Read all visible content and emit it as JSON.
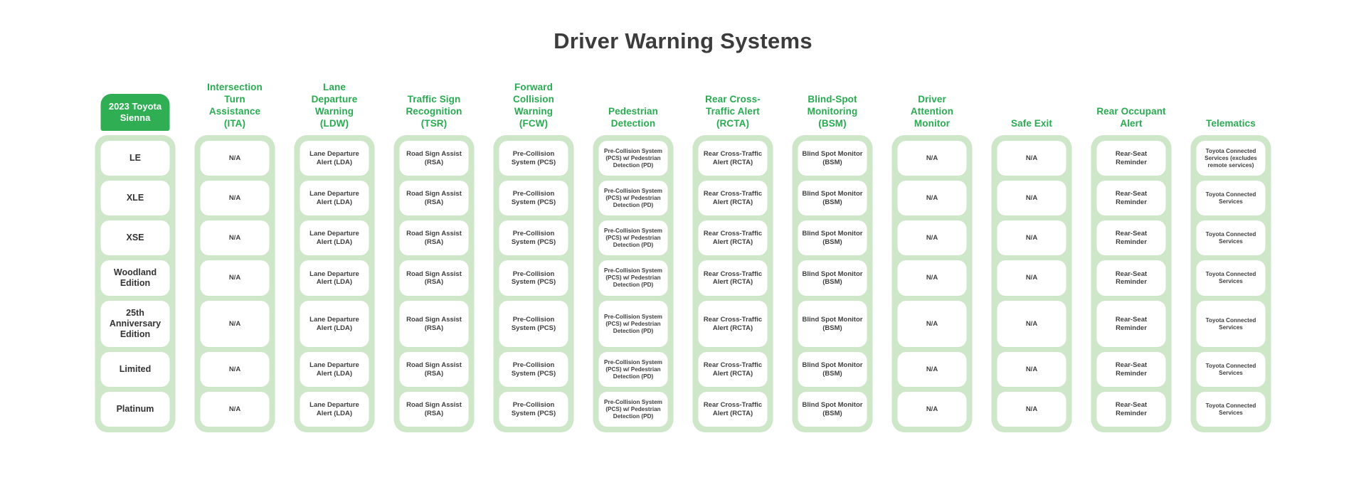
{
  "title": "Driver Warning Systems",
  "table": {
    "vehicle_header": "2023 Toyota\nSienna",
    "trims": [
      "LE",
      "XLE",
      "XSE",
      "Woodland\nEdition",
      "25th\nAnniversary\nEdition",
      "Limited",
      "Platinum"
    ],
    "columns": [
      {
        "key": "ita",
        "label": "Intersection\nTurn\nAssistance\n(ITA)",
        "values": [
          "N/A",
          "N/A",
          "N/A",
          "N/A",
          "N/A",
          "N/A",
          "N/A"
        ]
      },
      {
        "key": "ldw",
        "label": "Lane\nDeparture\nWarning\n(LDW)",
        "values": [
          "Lane Departure\nAlert (LDA)",
          "Lane Departure\nAlert (LDA)",
          "Lane Departure\nAlert (LDA)",
          "Lane Departure\nAlert (LDA)",
          "Lane Departure\nAlert (LDA)",
          "Lane Departure\nAlert (LDA)",
          "Lane Departure\nAlert (LDA)"
        ]
      },
      {
        "key": "tsr",
        "label": "Traffic Sign\nRecognition\n(TSR)",
        "values": [
          "Road Sign Assist\n(RSA)",
          "Road Sign Assist\n(RSA)",
          "Road Sign Assist\n(RSA)",
          "Road Sign Assist\n(RSA)",
          "Road Sign Assist\n(RSA)",
          "Road Sign Assist\n(RSA)",
          "Road Sign Assist\n(RSA)"
        ]
      },
      {
        "key": "fcw",
        "label": "Forward\nCollision\nWarning\n(FCW)",
        "values": [
          "Pre-Collision\nSystem (PCS)",
          "Pre-Collision\nSystem (PCS)",
          "Pre-Collision\nSystem (PCS)",
          "Pre-Collision\nSystem (PCS)",
          "Pre-Collision\nSystem (PCS)",
          "Pre-Collision\nSystem (PCS)",
          "Pre-Collision\nSystem (PCS)"
        ]
      },
      {
        "key": "pedestrian-detection",
        "label": "Pedestrian\nDetection",
        "small_text": true,
        "values": [
          "Pre-Collision System\n(PCS) w/ Pedestrian\nDetection (PD)",
          "Pre-Collision System\n(PCS) w/ Pedestrian\nDetection (PD)",
          "Pre-Collision System\n(PCS) w/ Pedestrian\nDetection (PD)",
          "Pre-Collision System\n(PCS) w/ Pedestrian\nDetection (PD)",
          "Pre-Collision System\n(PCS) w/ Pedestrian\nDetection (PD)",
          "Pre-Collision System\n(PCS) w/ Pedestrian\nDetection (PD)",
          "Pre-Collision System\n(PCS) w/ Pedestrian\nDetection (PD)"
        ]
      },
      {
        "key": "rcta",
        "label": "Rear Cross-\nTraffic Alert\n(RCTA)",
        "values": [
          "Rear Cross-Traffic\nAlert (RCTA)",
          "Rear Cross-Traffic\nAlert (RCTA)",
          "Rear Cross-Traffic\nAlert (RCTA)",
          "Rear Cross-Traffic\nAlert (RCTA)",
          "Rear Cross-Traffic\nAlert (RCTA)",
          "Rear Cross-Traffic\nAlert (RCTA)",
          "Rear Cross-Traffic\nAlert (RCTA)"
        ]
      },
      {
        "key": "bsm",
        "label": "Blind-Spot\nMonitoring\n(BSM)",
        "values": [
          "Blind Spot Monitor\n(BSM)",
          "Blind Spot Monitor\n(BSM)",
          "Blind Spot Monitor\n(BSM)",
          "Blind Spot Monitor\n(BSM)",
          "Blind Spot Monitor\n(BSM)",
          "Blind Spot Monitor\n(BSM)",
          "Blind Spot Monitor\n(BSM)"
        ]
      },
      {
        "key": "driver-attention-monitor",
        "label": "Driver\nAttention\nMonitor",
        "values": [
          "N/A",
          "N/A",
          "N/A",
          "N/A",
          "N/A",
          "N/A",
          "N/A"
        ]
      },
      {
        "key": "safe-exit",
        "label": "Safe Exit",
        "values": [
          "N/A",
          "N/A",
          "N/A",
          "N/A",
          "N/A",
          "N/A",
          "N/A"
        ]
      },
      {
        "key": "rear-occupant-alert",
        "label": "Rear Occupant\nAlert",
        "values": [
          "Rear-Seat\nReminder",
          "Rear-Seat\nReminder",
          "Rear-Seat\nReminder",
          "Rear-Seat\nReminder",
          "Rear-Seat\nReminder",
          "Rear-Seat\nReminder",
          "Rear-Seat\nReminder"
        ]
      },
      {
        "key": "telematics",
        "label": "Telematics",
        "small_text": true,
        "values": [
          "Toyota Connected\nServices (excludes\nremote services)",
          "Toyota Connected\nServices",
          "Toyota Connected\nServices",
          "Toyota Connected\nServices",
          "Toyota Connected\nServices",
          "Toyota Connected\nServices",
          "Toyota Connected\nServices"
        ]
      }
    ]
  },
  "colors": {
    "accent_green": "#2fae54",
    "header_text_green": "#29ab51",
    "light_green": "#cde7c8",
    "cell_text": "#3f3f3f",
    "title_text": "#3c3c3c",
    "background": "#ffffff"
  }
}
